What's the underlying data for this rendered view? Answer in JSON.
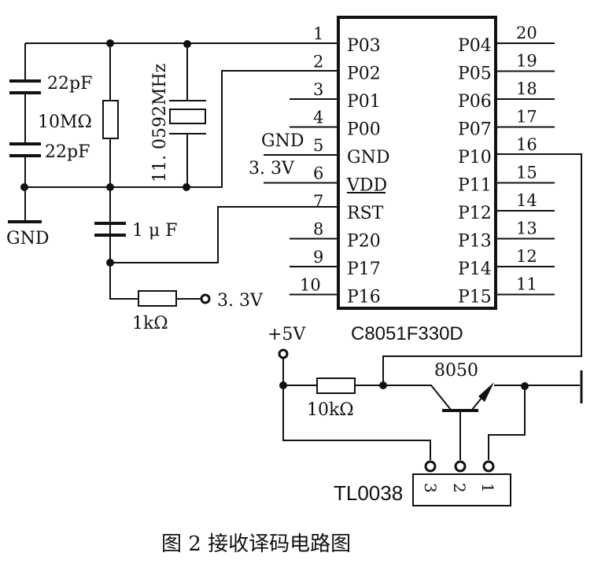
{
  "figure": {
    "caption": "图 2  接收译码电路图",
    "type": "circuit-schematic"
  },
  "chip": {
    "name": "C8051F330D",
    "left_pins": [
      {
        "num": "1",
        "name": "P03"
      },
      {
        "num": "2",
        "name": "P02"
      },
      {
        "num": "3",
        "name": "P01"
      },
      {
        "num": "4",
        "name": "P00"
      },
      {
        "num": "5",
        "name": "GND",
        "net": "GND"
      },
      {
        "num": "6",
        "name": "VDD",
        "net": "3. 3V"
      },
      {
        "num": "7",
        "name": "RST"
      },
      {
        "num": "8",
        "name": "P20"
      },
      {
        "num": "9",
        "name": "P17"
      },
      {
        "num": "10",
        "name": "P16"
      }
    ],
    "right_pins": [
      {
        "num": "20",
        "name": "P04"
      },
      {
        "num": "19",
        "name": "P05"
      },
      {
        "num": "18",
        "name": "P06"
      },
      {
        "num": "17",
        "name": "P07"
      },
      {
        "num": "16",
        "name": "P10"
      },
      {
        "num": "15",
        "name": "P11"
      },
      {
        "num": "14",
        "name": "P12"
      },
      {
        "num": "13",
        "name": "P13"
      },
      {
        "num": "12",
        "name": "P14"
      },
      {
        "num": "11",
        "name": "P15"
      }
    ]
  },
  "components": {
    "cap_top": "22pF",
    "cap_bottom": "22pF",
    "resistor_feedback": "10MΩ",
    "crystal": "11. 0592MHz",
    "gnd_label": "GND",
    "cap_reset": "1 μ F",
    "resistor_reset": "1kΩ",
    "reset_supply": "3. 3V",
    "supply_5v": "+5V",
    "resistor_pullup": "10kΩ",
    "transistor": "8050",
    "receiver": "TL0038",
    "receiver_pins": [
      "3",
      "2",
      "1"
    ]
  }
}
